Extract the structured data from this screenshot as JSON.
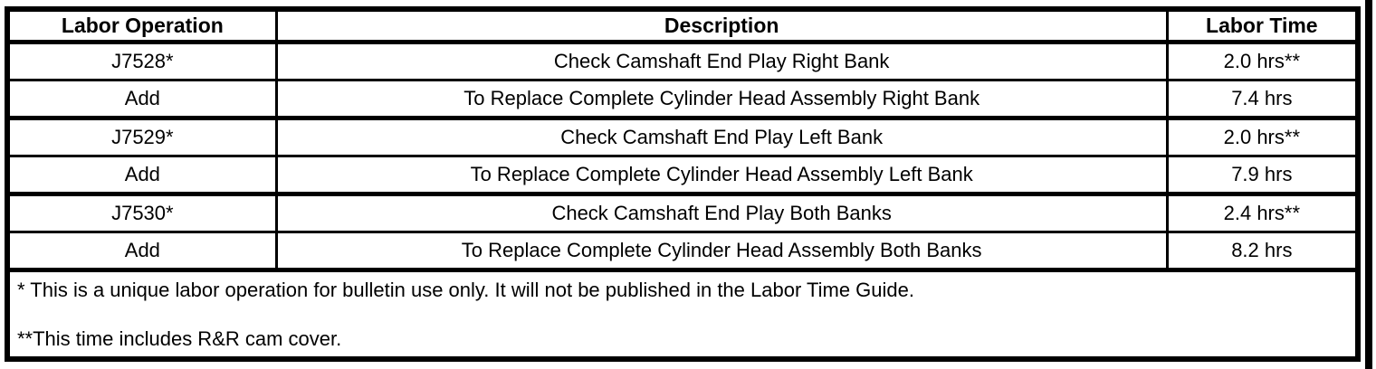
{
  "table": {
    "columns": [
      {
        "label": "Labor Operation"
      },
      {
        "label": "Description"
      },
      {
        "label": "Labor Time"
      }
    ],
    "rows": [
      {
        "op": "J7528*",
        "desc": "Check Camshaft End Play Right Bank",
        "time": "2.0 hrs**"
      },
      {
        "op": "Add",
        "desc": "To Replace Complete Cylinder Head Assembly Right Bank",
        "time": "7.4 hrs"
      },
      {
        "op": "J7529*",
        "desc": "Check Camshaft End Play Left Bank",
        "time": "2.0 hrs**"
      },
      {
        "op": "Add",
        "desc": "To Replace Complete Cylinder Head Assembly Left Bank",
        "time": "7.9 hrs"
      },
      {
        "op": "J7530*",
        "desc": "Check Camshaft End Play Both Banks",
        "time": "2.4 hrs**"
      },
      {
        "op": "Add",
        "desc": "To Replace Complete Cylinder Head Assembly Both Banks",
        "time": "8.2 hrs"
      }
    ],
    "footnotes": [
      "* This is a unique labor operation for bulletin use only. It will not be published in the Labor Time Guide.",
      "**This time includes R&R cam cover."
    ]
  },
  "colors": {
    "border": "#000000",
    "background": "#ffffff",
    "text": "#000000"
  }
}
